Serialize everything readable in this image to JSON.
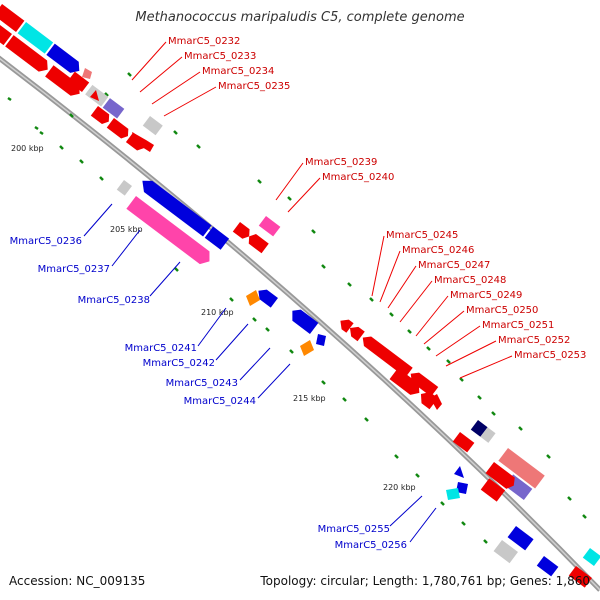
{
  "title": "Methanococcus maripaludis C5, complete genome",
  "footer": {
    "accession": "Accession: NC_009135",
    "topology": "Topology: circular; Length: 1,780,761 bp; Genes: 1,860"
  },
  "scale_labels": [
    "200 kbp",
    "205 kbp",
    "210 kbp",
    "215 kbp",
    "220 kbp"
  ],
  "genes_outer": [
    "MmarC5_0232",
    "MmarC5_0233",
    "MmarC5_0234",
    "MmarC5_0235",
    "MmarC5_0239",
    "MmarC5_0240",
    "MmarC5_0245",
    "MmarC5_0246",
    "MmarC5_0247",
    "MmarC5_0248",
    "MmarC5_0249",
    "MmarC5_0250",
    "MmarC5_0251",
    "MmarC5_0252",
    "MmarC5_0253"
  ],
  "genes_inner": [
    "MmarC5_0236",
    "MmarC5_0237",
    "MmarC5_0238",
    "MmarC5_0241",
    "MmarC5_0242",
    "MmarC5_0243",
    "MmarC5_0244",
    "MmarC5_0255",
    "MmarC5_0256"
  ],
  "colors": {
    "forward": "#ee0000",
    "reverse": "#0000dd",
    "pink": "#ff44aa",
    "cyan": "#00e5e5",
    "gray": "#c8c8c8",
    "orange": "#ff8800",
    "navy": "#000066",
    "lavender": "#7766cc",
    "salmon": "#ee7777",
    "backbone": "#999999",
    "tick": "#118811"
  }
}
